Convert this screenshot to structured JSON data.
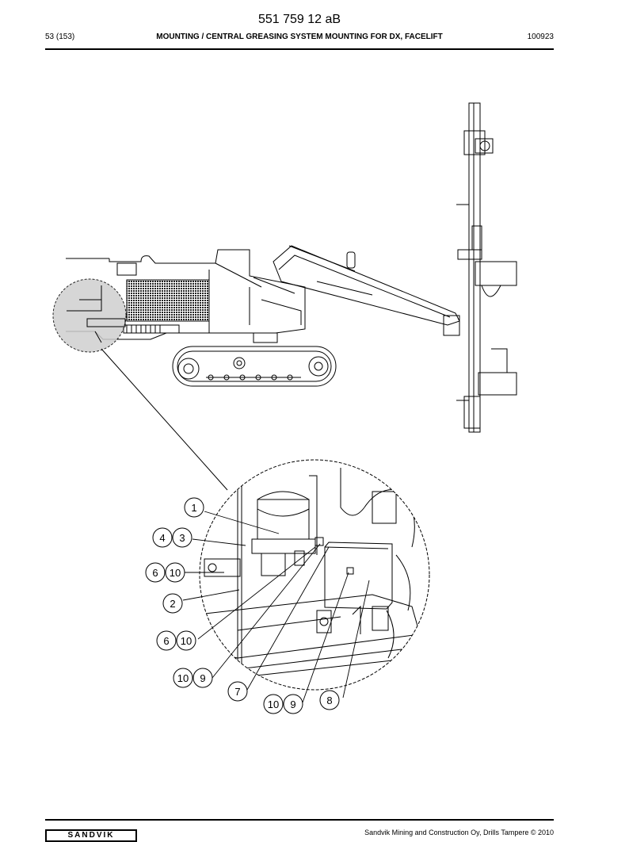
{
  "header": {
    "doc_number": "551 759 12 aB",
    "page_ref": "53 (153)",
    "section_title": "MOUNTING / CENTRAL GREASING SYSTEM MOUNTING FOR DX, FACELIFT",
    "date_code": "100923"
  },
  "callouts": [
    {
      "id": "c1",
      "label": "1"
    },
    {
      "id": "c4",
      "label": "4"
    },
    {
      "id": "c3",
      "label": "3"
    },
    {
      "id": "c6a",
      "label": "6"
    },
    {
      "id": "c10a",
      "label": "10"
    },
    {
      "id": "c2",
      "label": "2"
    },
    {
      "id": "c6b",
      "label": "6"
    },
    {
      "id": "c10b",
      "label": "10"
    },
    {
      "id": "c10c",
      "label": "10"
    },
    {
      "id": "c9a",
      "label": "9"
    },
    {
      "id": "c7",
      "label": "7"
    },
    {
      "id": "c10d",
      "label": "10"
    },
    {
      "id": "c9b",
      "label": "9"
    },
    {
      "id": "c8",
      "label": "8"
    }
  ],
  "footer": {
    "logo_text": "SANDVIK",
    "copyright": "Sandvik Mining and Construction Oy, Drills Tampere © 2010"
  }
}
